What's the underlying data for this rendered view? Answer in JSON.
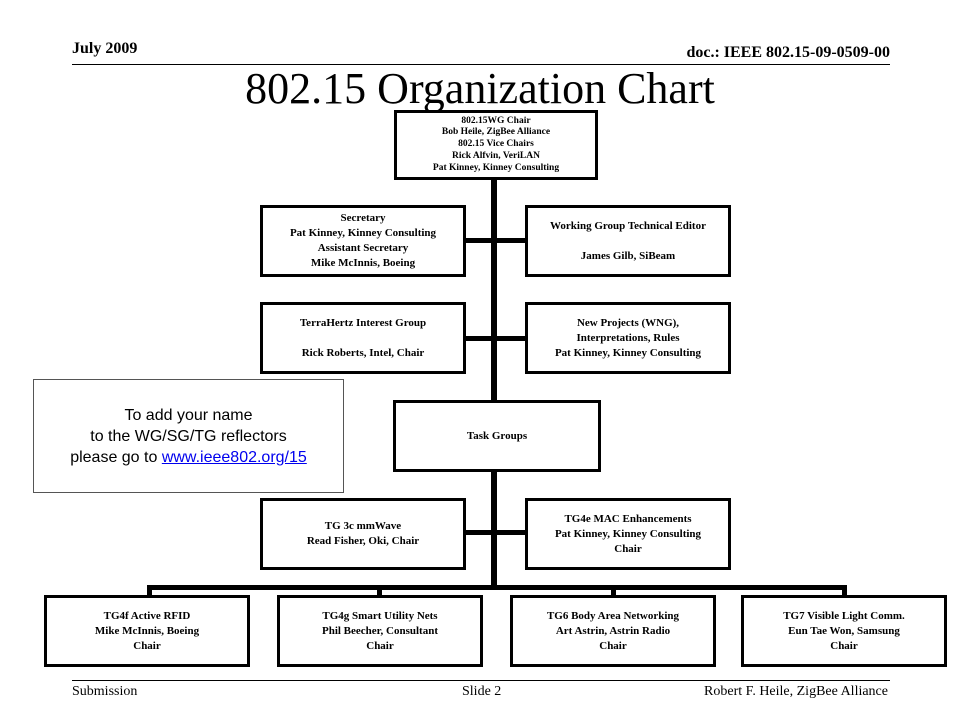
{
  "header": {
    "date": "July 2009",
    "doc": "doc.: IEEE 802.15-09-0509-00"
  },
  "title": "802.15 Organization Chart",
  "chair_box": {
    "lines": [
      "802.15WG Chair",
      "Bob Heile, ZigBee Alliance",
      "802.15 Vice Chairs",
      "Rick Alfvin, VeriLAN",
      "Pat Kinney, Kinney Consulting"
    ]
  },
  "secretary_box": {
    "lines": [
      "Secretary",
      "Pat Kinney, Kinney Consulting",
      "Assistant Secretary",
      "Mike McInnis, Boeing"
    ]
  },
  "editor_box": {
    "lines": [
      "Working Group Technical Editor",
      "",
      "James Gilb, SiBeam"
    ]
  },
  "terahertz_box": {
    "lines": [
      "TerraHertz Interest Group",
      "",
      "Rick Roberts, Intel, Chair"
    ]
  },
  "wng_box": {
    "lines": [
      "New Projects (WNG),",
      "Interpretations, Rules",
      "Pat Kinney, Kinney Consulting"
    ]
  },
  "task_groups_box": {
    "label": "Task Groups"
  },
  "tg3c_box": {
    "lines": [
      "TG 3c mmWave",
      "Read Fisher, Oki, Chair"
    ]
  },
  "tg4e_box": {
    "lines": [
      "TG4e MAC Enhancements",
      "Pat Kinney, Kinney Consulting",
      "Chair"
    ]
  },
  "bottom_boxes": [
    {
      "lines": [
        "TG4f Active RFID",
        "Mike McInnis, Boeing",
        "Chair"
      ]
    },
    {
      "lines": [
        "TG4g Smart Utility Nets",
        "Phil Beecher, Consultant",
        "Chair"
      ]
    },
    {
      "lines": [
        "TG6 Body Area Networking",
        "Art Astrin, Astrin Radio",
        "Chair"
      ]
    },
    {
      "lines": [
        "TG7 Visible Light Comm.",
        "Eun Tae Won, Samsung",
        "Chair"
      ]
    }
  ],
  "note": {
    "line1": "To add your name",
    "line2": "to the WG/SG/TG reflectors",
    "line3_prefix": "please go to ",
    "link": "www.ieee802.org/15"
  },
  "footer": {
    "left": "Submission",
    "center": "Slide 2",
    "right": "Robert F. Heile, ZigBee Alliance"
  }
}
